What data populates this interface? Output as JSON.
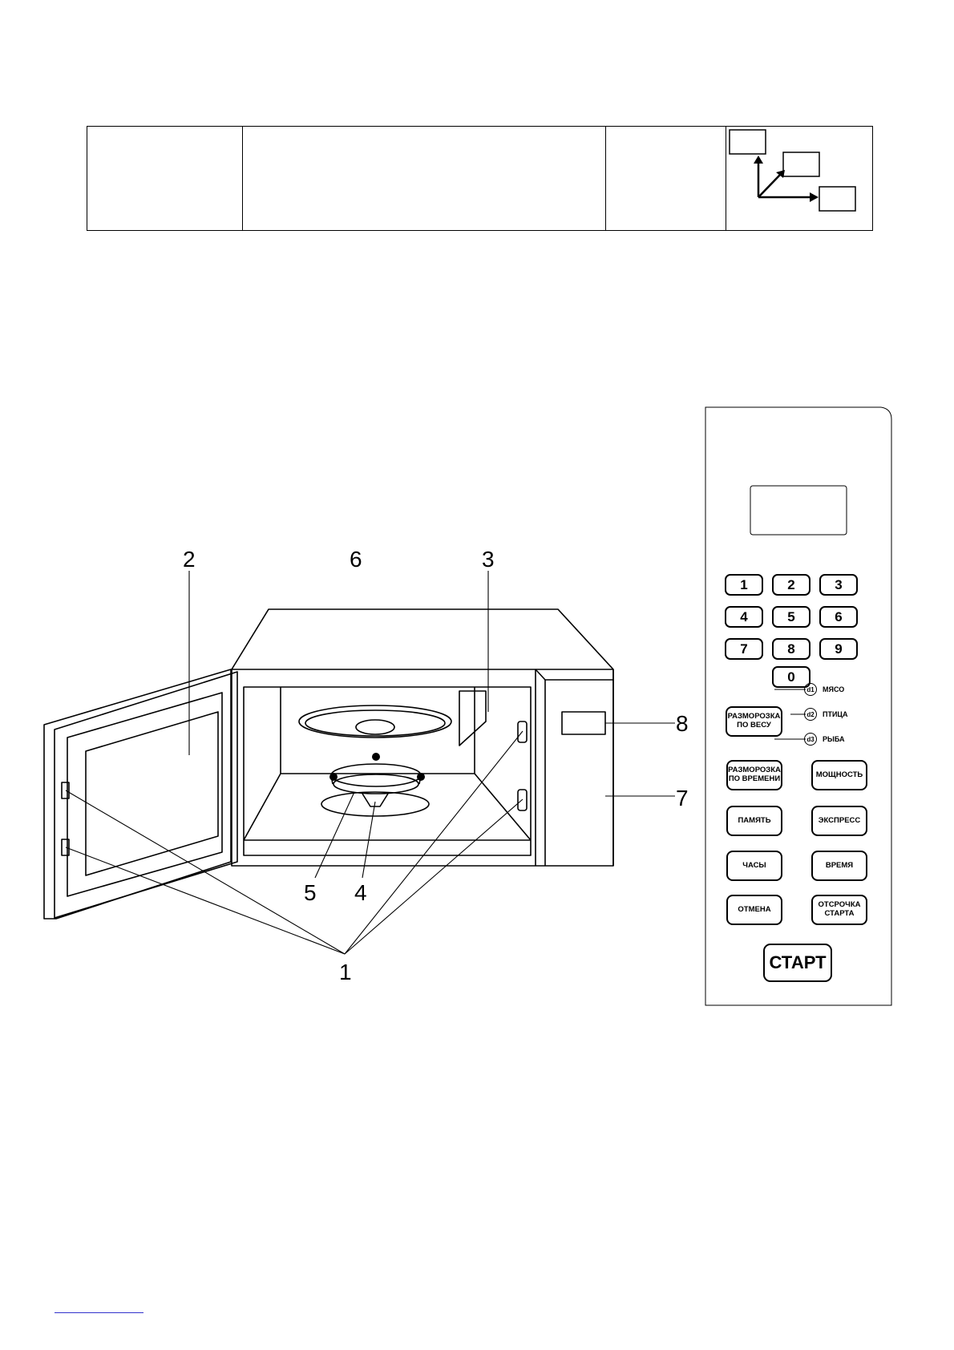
{
  "callouts": [
    "2",
    "6",
    "3",
    "8",
    "7",
    "5",
    "4",
    "1"
  ],
  "panel": {
    "digits": [
      "1",
      "2",
      "3",
      "4",
      "5",
      "6",
      "7",
      "8",
      "9",
      "0"
    ],
    "defrost_weight": "РАЗМОРОЗКА ПО ВЕСУ",
    "modes": [
      {
        "code": "d1",
        "label": "МЯСО"
      },
      {
        "code": "d2",
        "label": "ПТИЦА"
      },
      {
        "code": "d3",
        "label": "РЫБА"
      }
    ],
    "defrost_time": "РАЗМОРОЗКА ПО ВРЕМЕНИ",
    "power": "МОЩНОСТЬ",
    "memory": "ПАМЯТЬ",
    "express": "ЭКСПРЕСС",
    "clock": "ЧАСЫ",
    "time": "ВРЕМЯ",
    "cancel": "ОТМЕНА",
    "delay_start": "ОТСРОЧКА СТАРТА",
    "start": "СТАРТ"
  }
}
